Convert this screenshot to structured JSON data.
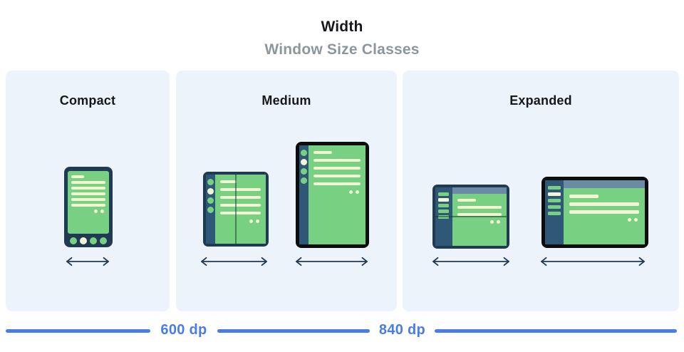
{
  "header": {
    "title": "Width",
    "subtitle": "Window Size Classes"
  },
  "panels": [
    {
      "id": "compact",
      "label": "Compact",
      "devices": [
        "phone"
      ]
    },
    {
      "id": "medium",
      "label": "Medium",
      "devices": [
        "foldable-portrait",
        "tablet-portrait"
      ]
    },
    {
      "id": "expanded",
      "label": "Expanded",
      "devices": [
        "foldable-landscape",
        "tablet-landscape"
      ]
    }
  ],
  "breakpoints": [
    {
      "label": "600 dp"
    },
    {
      "label": "840 dp"
    }
  ],
  "icons": {
    "width_arrow": "double-headed-horizontal-arrow"
  },
  "colors": {
    "panel_bg": "#ecf3fb",
    "frame_navy": "#1f3a52",
    "frame_black": "#0d0d0d",
    "rail_navy": "#2e5876",
    "screen_green": "#78d083",
    "line_cream": "#f2f4d2",
    "topbar_blue_gray": "#6b8aa6",
    "accent_blue": "#4b7ce4",
    "subtitle_gray": "#8e969d",
    "title_black": "#16181b"
  }
}
